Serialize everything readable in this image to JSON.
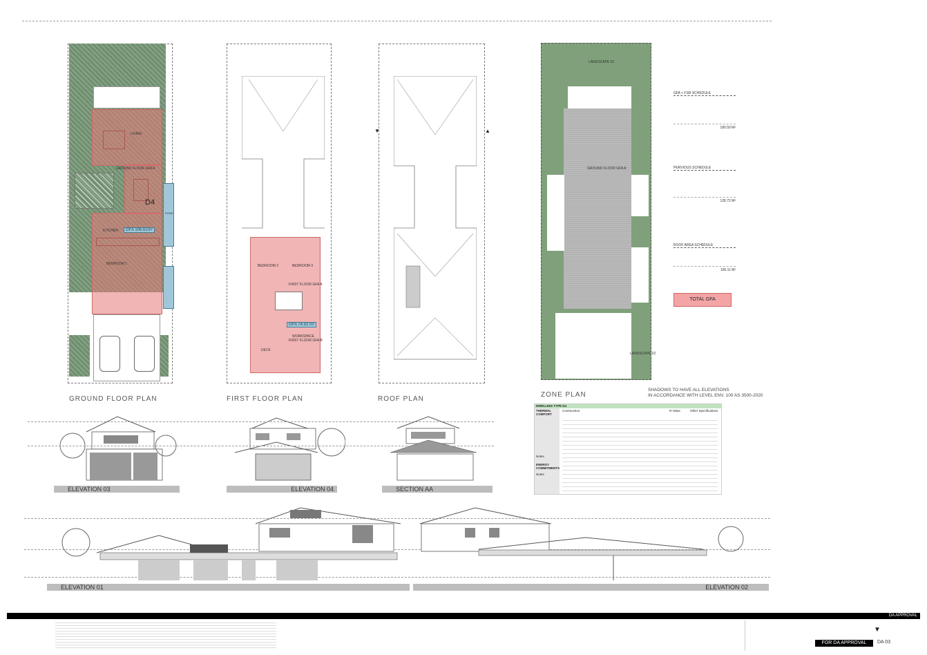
{
  "plans": {
    "ground_floor": "GROUND FLOOR PLAN",
    "first_floor": "FIRST FLOOR PLAN",
    "roof": "ROOF PLAN",
    "zone": "ZONE PLAN"
  },
  "ground": {
    "living": "LIVING",
    "ground_floor_gfa": "GROUND FLOOR GFA A",
    "unit": "D4",
    "kitchen": "KITCHEN",
    "gfa_badge": "GFA 106.61m²",
    "bedroom": "BEDROOM 1",
    "pond": "POND"
  },
  "first": {
    "bedroom2": "BEDROOM 2",
    "bedroom3": "BEDROOM 3",
    "first_floor_gfa": "FIRST FLOOR GFA A",
    "gfa_badge": "GFA 74.92 m²",
    "workspace": "WORKSPACE",
    "first_floor_gfa_b": "FIRST FLOOR GFA B",
    "deck": "DECK"
  },
  "zone": {
    "landscape1": "LANDSCAPE 01",
    "ground_floor_gfa": "GROUND FLOOR GFA A",
    "landscape2": "LANDSCAPE 02"
  },
  "schedules": {
    "gfa_fsr": "GFA + FSR SCHEDULE",
    "gfa_total": "180.59 m²",
    "pervious": "PERVIOUS SCHEDULE",
    "pervious_total": "128.72 m²",
    "roof_area": "ROOF AREA SCHEDULE",
    "roof_total": "196.11 m²",
    "total_gfa": "TOTAL GFA"
  },
  "elevations": {
    "e03": "ELEVATION 03",
    "e04": "ELEVATION 04",
    "section": "SECTION AA",
    "e01": "ELEVATION 01",
    "e02": "ELEVATION 02"
  },
  "note": {
    "line1": "SHADOWS TO HAVE ALL ELEVATIONS",
    "line2": "IN ACCORDANCE WITH LEVEL ENV. 100 AS 3500-2020"
  },
  "basix": {
    "header": "DWELLING TYPE D4",
    "thermal": "THERMAL COMFORT",
    "col1": "Construction",
    "col2": "R-Value",
    "col3": "Other Specifications",
    "notes": "Notes",
    "energy": "ENERGY COMMITMENTS",
    "notes2": "Notes"
  },
  "titleblock": {
    "status": "DA APPROVAL",
    "stamp": "FOR DA APPROVAL",
    "sheet": "DA 03"
  },
  "colors": {
    "pink": "#e87878",
    "green": "#6f8f6f",
    "grey": "#b9b9b9",
    "blue": "#9fc7d9",
    "black": "#000000"
  }
}
